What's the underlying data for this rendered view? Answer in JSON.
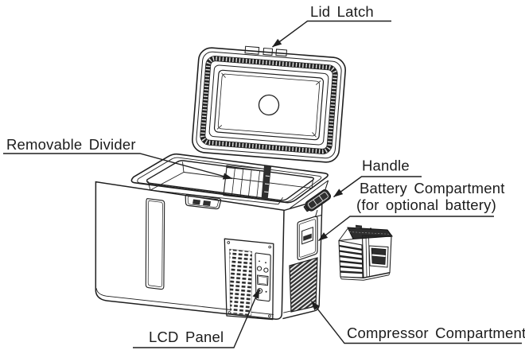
{
  "diagram": {
    "description": "Portable refrigerator parts diagram with open lid, removable divider, battery and labeled callouts",
    "ink_color": "#1f1f1f",
    "background": "#ffffff",
    "callouts": {
      "lid_latch": {
        "label": "Lid Latch"
      },
      "removable_divider": {
        "label": "Removable Divider"
      },
      "handle": {
        "label": "Handle"
      },
      "battery_compartment": {
        "label": "Battery Compartment",
        "sublabel": "(for optional battery)"
      },
      "lcd_panel": {
        "label": "LCD Panel"
      },
      "compressor_compartment": {
        "label": "Compressor Compartment"
      }
    }
  }
}
